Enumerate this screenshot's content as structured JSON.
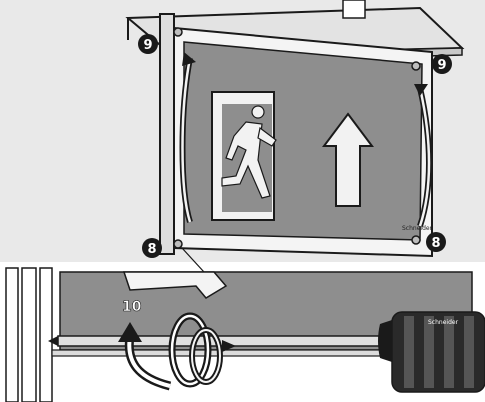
{
  "callouts": {
    "upper_left": "9",
    "upper_right": "9",
    "lower_left": "8",
    "lower_right": "8",
    "step": "10"
  },
  "sign": {
    "running_man": "running-man-pictogram",
    "arrow": "up-arrow-pictogram",
    "maker_mark": "Schneider"
  },
  "tool": {
    "handle_label": "Schneider"
  },
  "colors": {
    "panel": "#8e8e8e",
    "panel_light": "#f2f2f2",
    "frame": "#dcdcdc",
    "outline": "#1a1a1a",
    "callout_bg": "#1a1a1a",
    "callout_text": "#ffffff",
    "background": "#ededed"
  }
}
